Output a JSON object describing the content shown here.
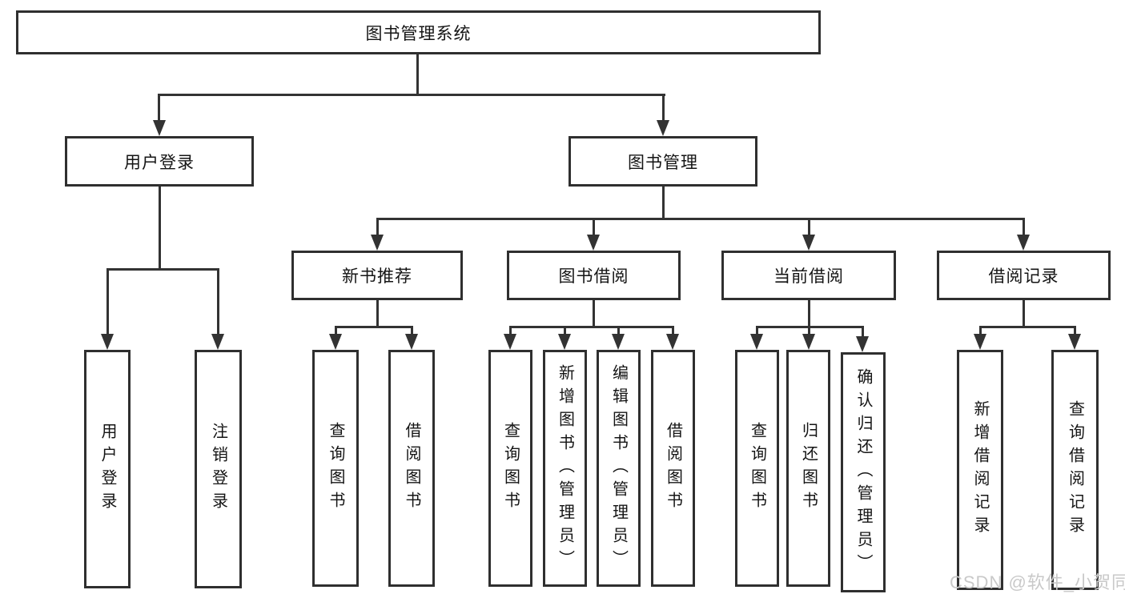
{
  "nodes": {
    "root": "图书管理系统",
    "user_login": "用户登录",
    "book_mgmt": "图书管理",
    "new_book_rec": "新书推荐",
    "book_borrow": "图书借阅",
    "current_borrow": "当前借阅",
    "borrow_records": "借阅记录",
    "leaves": {
      "user_login": [
        "用户登录",
        "注销登录"
      ],
      "new_book_rec": [
        "查询图书",
        "借阅图书"
      ],
      "book_borrow": [
        "查询图书",
        "新增图书（管理员）",
        "编辑图书（管理员）",
        "借阅图书"
      ],
      "current_borrow": [
        "查询图书",
        "归还图书",
        "确认归还（管理员）"
      ],
      "borrow_records": [
        "新增借阅记录",
        "查询借阅记录"
      ]
    }
  },
  "watermark": "CSDN @软件_小贺同学",
  "colors": {
    "line": "#333333",
    "box_border": "#2f2f2f",
    "box_fill": "#ffffff",
    "text": "#141414",
    "watermark": "#c9c9c9"
  }
}
